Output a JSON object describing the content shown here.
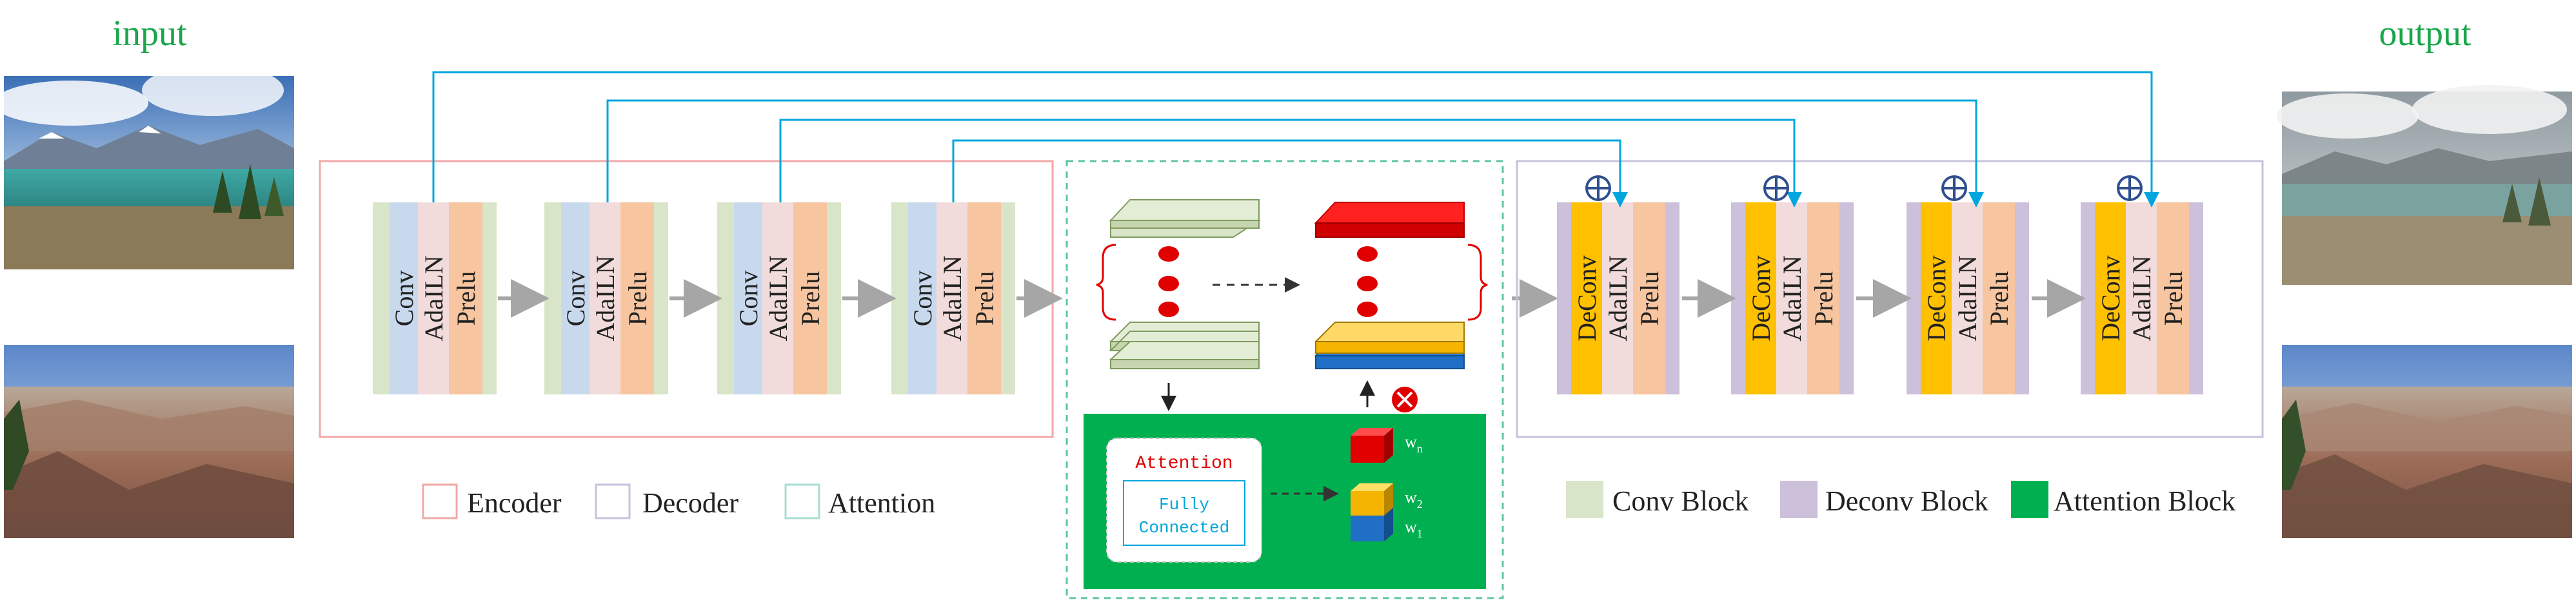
{
  "input_label": "input",
  "output_label": "output",
  "encoder_block": {
    "layers": [
      "Conv",
      "AdaILN",
      "Prelu"
    ]
  },
  "decoder_block": {
    "layers": [
      "DeConv",
      "AdaILN",
      "Prelu"
    ]
  },
  "attention_inner": {
    "title": "Attention",
    "fc_line1": "Fully",
    "fc_line2": "Connected"
  },
  "weights": {
    "wn": "w",
    "wn_sub": "n",
    "w2": "w",
    "w2_sub": "2",
    "w1": "w",
    "w1_sub": "1"
  },
  "legend_left": [
    "Encoder",
    "Decoder",
    "Attention"
  ],
  "legend_right": [
    "Conv Block",
    "Deconv Block",
    "Attention Block"
  ],
  "colors": {
    "input_output_text": "#1aa64a",
    "encoder_border": "#f2a7a7",
    "decoder_border": "#c9c0dd",
    "attention_border": "#5dc4a3",
    "conv_green": "#d9e5c8",
    "conv_blue": "#c8d9ee",
    "adailn_pink": "#f2dcdb",
    "prelu_orange": "#f7c59f",
    "deconv_purple": "#ccc0da",
    "deconv_yellow": "#ffc000",
    "attention_block_green": "#00b050",
    "skip_line": "#00a6dd",
    "flow_arrow": "#a6a6a6",
    "red": "#e00000"
  }
}
